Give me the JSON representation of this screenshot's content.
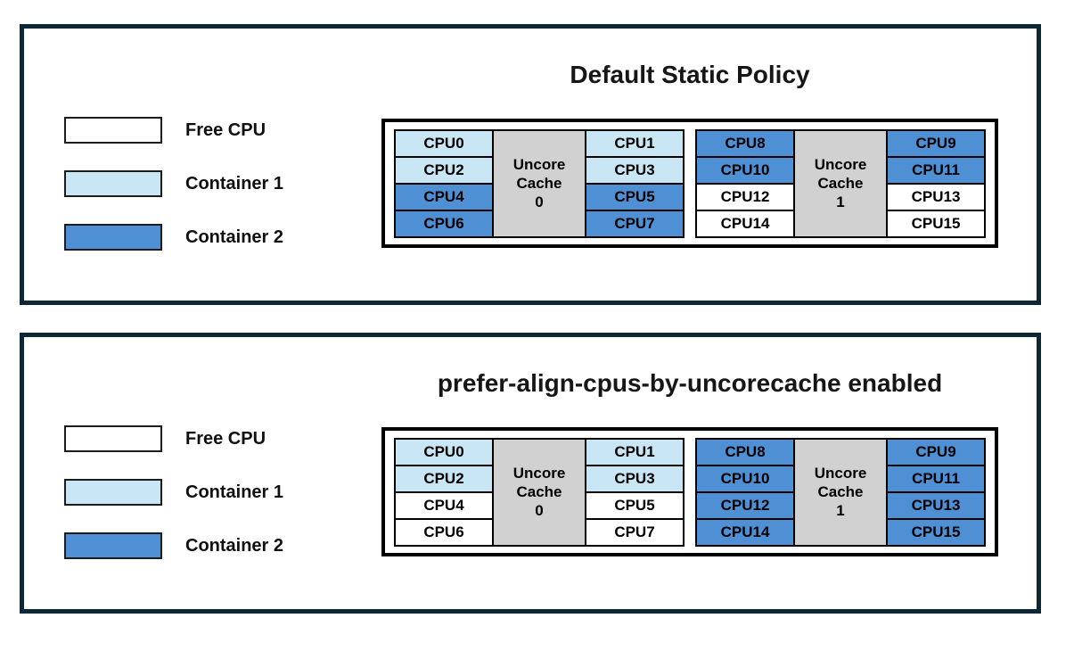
{
  "colors": {
    "free": "#ffffff",
    "container1": "#c9e6f5",
    "container2": "#4f90d5",
    "uncore_cache": "#d1d1d1",
    "panel_border": "#0e2737",
    "cell_border": "#000000"
  },
  "legend": [
    {
      "label": "Free CPU",
      "state": "free"
    },
    {
      "label": "Container 1",
      "state": "container1"
    },
    {
      "label": "Container 2",
      "state": "container2"
    }
  ],
  "panels": [
    {
      "title": "Default Static Policy",
      "groups": [
        {
          "cache_label_lines": [
            "Uncore",
            "Cache",
            "0"
          ],
          "left_cpus": [
            {
              "label": "CPU0",
              "state": "container1"
            },
            {
              "label": "CPU2",
              "state": "container1"
            },
            {
              "label": "CPU4",
              "state": "container2"
            },
            {
              "label": "CPU6",
              "state": "container2"
            }
          ],
          "right_cpus": [
            {
              "label": "CPU1",
              "state": "container1"
            },
            {
              "label": "CPU3",
              "state": "container1"
            },
            {
              "label": "CPU5",
              "state": "container2"
            },
            {
              "label": "CPU7",
              "state": "container2"
            }
          ]
        },
        {
          "cache_label_lines": [
            "Uncore",
            "Cache",
            "1"
          ],
          "left_cpus": [
            {
              "label": "CPU8",
              "state": "container2"
            },
            {
              "label": "CPU10",
              "state": "container2"
            },
            {
              "label": "CPU12",
              "state": "free"
            },
            {
              "label": "CPU14",
              "state": "free"
            }
          ],
          "right_cpus": [
            {
              "label": "CPU9",
              "state": "container2"
            },
            {
              "label": "CPU11",
              "state": "container2"
            },
            {
              "label": "CPU13",
              "state": "free"
            },
            {
              "label": "CPU15",
              "state": "free"
            }
          ]
        }
      ]
    },
    {
      "title": "prefer-align-cpus-by-uncorecache enabled",
      "groups": [
        {
          "cache_label_lines": [
            "Uncore",
            "Cache",
            "0"
          ],
          "left_cpus": [
            {
              "label": "CPU0",
              "state": "container1"
            },
            {
              "label": "CPU2",
              "state": "container1"
            },
            {
              "label": "CPU4",
              "state": "free"
            },
            {
              "label": "CPU6",
              "state": "free"
            }
          ],
          "right_cpus": [
            {
              "label": "CPU1",
              "state": "container1"
            },
            {
              "label": "CPU3",
              "state": "container1"
            },
            {
              "label": "CPU5",
              "state": "free"
            },
            {
              "label": "CPU7",
              "state": "free"
            }
          ]
        },
        {
          "cache_label_lines": [
            "Uncore",
            "Cache",
            "1"
          ],
          "left_cpus": [
            {
              "label": "CPU8",
              "state": "container2"
            },
            {
              "label": "CPU10",
              "state": "container2"
            },
            {
              "label": "CPU12",
              "state": "container2"
            },
            {
              "label": "CPU14",
              "state": "container2"
            }
          ],
          "right_cpus": [
            {
              "label": "CPU9",
              "state": "container2"
            },
            {
              "label": "CPU11",
              "state": "container2"
            },
            {
              "label": "CPU13",
              "state": "container2"
            },
            {
              "label": "CPU15",
              "state": "container2"
            }
          ]
        }
      ]
    }
  ]
}
